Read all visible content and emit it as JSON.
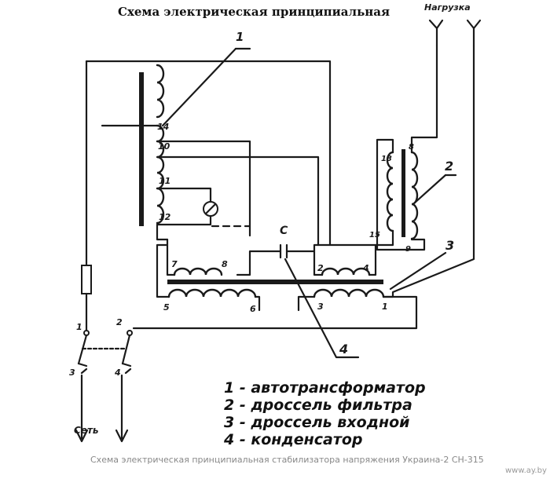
{
  "title": "Схема электрическая принципиальная",
  "load_label": "Нагрузка",
  "mains_label": "Сеть",
  "capacitor_label": "С",
  "callouts": [
    "1",
    "2",
    "3",
    "4"
  ],
  "autotransformer_taps": [
    "14",
    "10",
    "11",
    "12"
  ],
  "filter_choke_terminals": [
    "13",
    "8",
    "15",
    "9"
  ],
  "input_choke_terminals": [
    "7",
    "8",
    "5",
    "6",
    "2",
    "4",
    "3",
    "1"
  ],
  "switch_terminals": [
    "1",
    "2",
    "3",
    "4"
  ],
  "legend": [
    "1 - автотрансформатор",
    "2 - дроссель фильтра",
    "3 - дроссель входной",
    "4 - конденсатор"
  ],
  "caption": "Схема электрическая принципиальная стабилизатора напряжения Украина-2 СН-315",
  "watermark": "www.ay.by"
}
